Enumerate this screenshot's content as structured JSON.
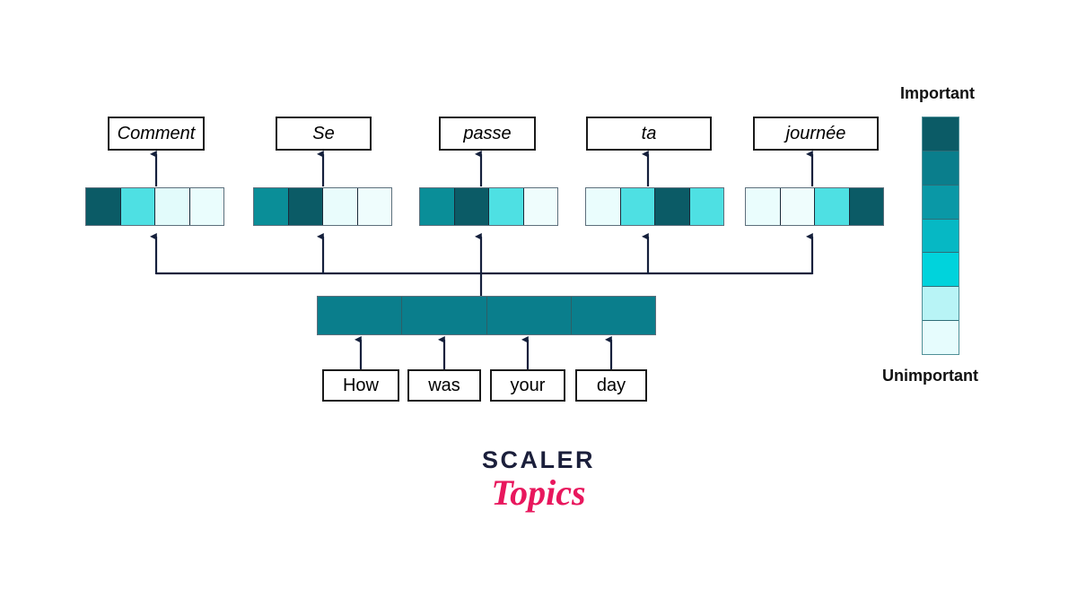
{
  "diagram": {
    "title": "Attention mechanism encoder-decoder translation diagram",
    "output_words": [
      {
        "label": "Comment"
      },
      {
        "label": "Se"
      },
      {
        "label": "passe"
      },
      {
        "label": "ta"
      },
      {
        "label": "journée"
      }
    ],
    "input_words": [
      {
        "label": "How"
      },
      {
        "label": "was"
      },
      {
        "label": "your"
      },
      {
        "label": "day"
      }
    ],
    "attention_rows": [
      {
        "for_word": "Comment",
        "weights": [
          1.0,
          0.55,
          0.08,
          0.08
        ],
        "colors": [
          "#0b5b66",
          "#4ee0e3",
          "#e2fbfb",
          "#eafdfd"
        ]
      },
      {
        "for_word": "Se",
        "weights": [
          0.72,
          1.0,
          0.08,
          0.08
        ],
        "colors": [
          "#0a8e98",
          "#0b5b66",
          "#e9fcfc",
          "#effdfd"
        ]
      },
      {
        "for_word": "passe",
        "weights": [
          0.72,
          1.0,
          0.55,
          0.08
        ],
        "colors": [
          "#0a8e98",
          "#0b5b66",
          "#4ee0e3",
          "#effdfd"
        ]
      },
      {
        "for_word": "ta",
        "weights": [
          0.08,
          0.55,
          1.0,
          0.55
        ],
        "colors": [
          "#eafdfd",
          "#4ee0e3",
          "#0b5b66",
          "#4ee0e3"
        ]
      },
      {
        "for_word": "journée",
        "weights": [
          0.08,
          0.08,
          0.55,
          1.0
        ],
        "colors": [
          "#eafdfd",
          "#effdfd",
          "#4ee0e3",
          "#0b5b66"
        ]
      }
    ],
    "encoder": {
      "segment_count": 4,
      "color": "#0a7e8c",
      "segments": [
        {
          "for_word": "How"
        },
        {
          "for_word": "was"
        },
        {
          "for_word": "your"
        },
        {
          "for_word": "day"
        }
      ]
    },
    "legend": {
      "top_label": "Important",
      "bottom_label": "Unimportant",
      "swatches": [
        {
          "level": 7,
          "color": "#0b5b66"
        },
        {
          "level": 6,
          "color": "#0a7e8c"
        },
        {
          "level": 5,
          "color": "#0a98a6"
        },
        {
          "level": 4,
          "color": "#06b8c4"
        },
        {
          "level": 3,
          "color": "#00d3dc"
        },
        {
          "level": 2,
          "color": "#b8f4f6"
        },
        {
          "level": 1,
          "color": "#e6fcfd"
        }
      ]
    },
    "arrow_color": "#15203c"
  },
  "logo": {
    "primary": "SCALER",
    "secondary": "Topics",
    "primary_color": "#1b1f3b",
    "secondary_color": "#e8175d"
  }
}
